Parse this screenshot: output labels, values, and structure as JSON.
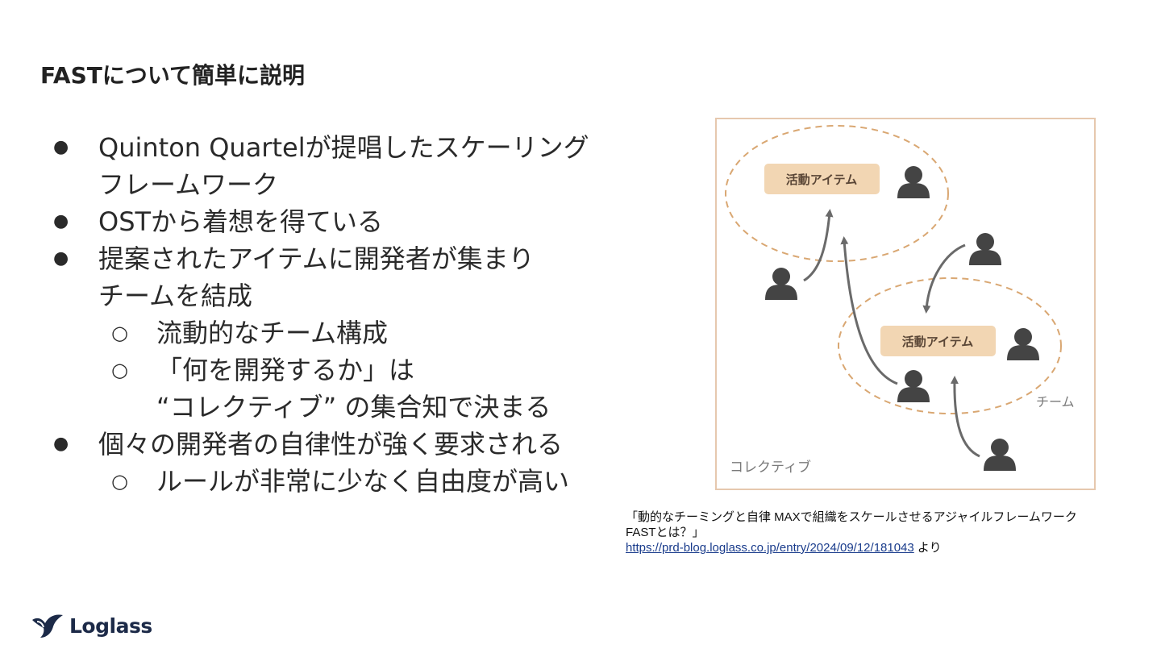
{
  "title": "FASTについて簡単に説明",
  "bullets": [
    {
      "level": 1,
      "marker": "●",
      "lines": [
        "Quinton Quartelが提唱したスケーリング",
        "フレームワーク"
      ]
    },
    {
      "level": 1,
      "marker": "●",
      "lines": [
        "OSTから着想を得ている"
      ]
    },
    {
      "level": 1,
      "marker": "●",
      "lines": [
        "提案されたアイテムに開発者が集まり",
        "チームを結成"
      ]
    },
    {
      "level": 2,
      "marker": "○",
      "lines": [
        "流動的なチーム構成"
      ]
    },
    {
      "level": 2,
      "marker": "○",
      "lines": [
        "「何を開発するか」は",
        "“コレクティブ” の集合知で決まる"
      ]
    },
    {
      "level": 1,
      "marker": "●",
      "lines": [
        "個々の開発者の自律性が強く要求される"
      ]
    },
    {
      "level": 2,
      "marker": "○",
      "lines": [
        "ルールが非常に少なく自由度が高い"
      ]
    }
  ],
  "figure": {
    "item_label_1": "活動アイテム",
    "item_label_2": "活動アイテム",
    "team_label": "チーム",
    "collective_label": "コレクティブ",
    "colors": {
      "border": "#e6c8ae",
      "ellipse": "#d9a772",
      "item_fill": "#f2d6b3",
      "person": "#444444",
      "arrow": "#6a6a6a"
    }
  },
  "caption": {
    "line1": "「動的なチーミングと自律 MAXで組織をスケールさせるアジャイルフレームワーク",
    "line2": "FASTとは？」",
    "url": "https://prd-blog.loglass.co.jp/entry/2024/09/12/181043",
    "suffix": " より"
  },
  "logo": {
    "wordmark": "Loglass",
    "icon": "loglass-bird-icon",
    "color": "#1c2a48"
  }
}
